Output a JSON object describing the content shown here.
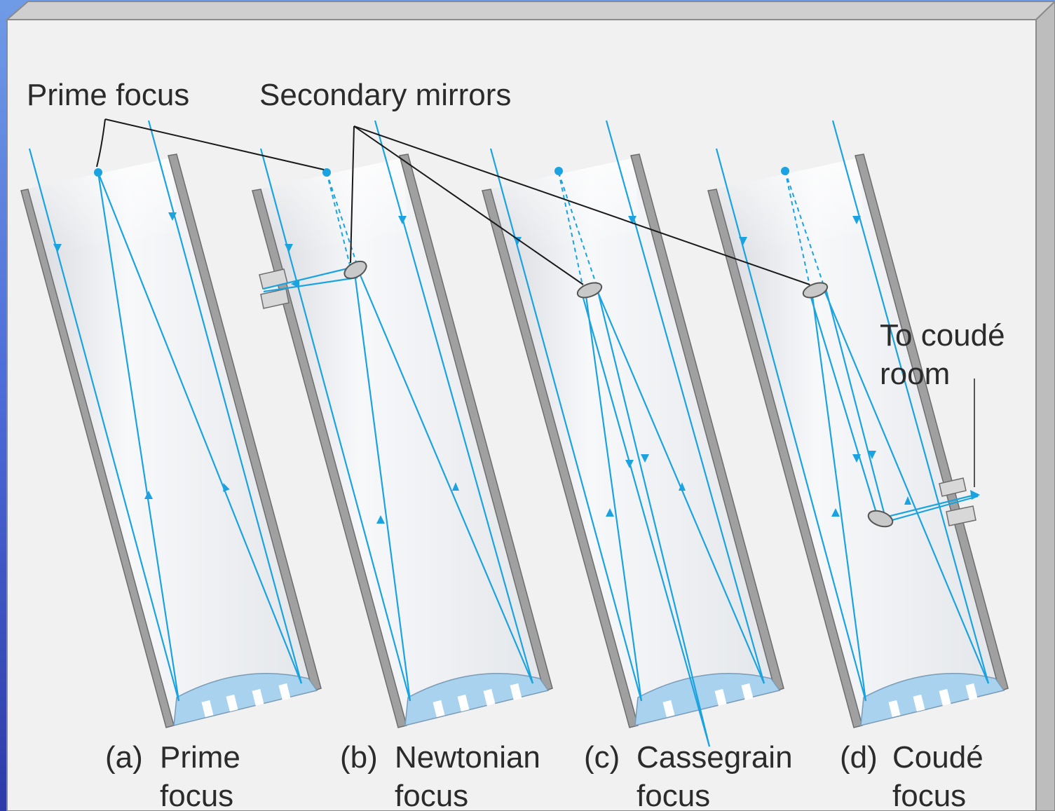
{
  "labels": {
    "prime_focus": "Prime focus",
    "secondary_mirrors": "Secondary mirrors",
    "coude_room_line1": "To coudé",
    "coude_room_line2": "room"
  },
  "captions": [
    {
      "letter": "(a)",
      "line1": "Prime",
      "line2": "focus"
    },
    {
      "letter": "(b)",
      "line1": "Newtonian",
      "line2": "focus"
    },
    {
      "letter": "(c)",
      "line1": "Cassegrain",
      "line2": "focus"
    },
    {
      "letter": "(d)",
      "line1": "Coudé",
      "line2": "focus"
    }
  ],
  "colors": {
    "light_ray": "#1aa3e0",
    "leader_line": "#1a1a1a",
    "tube_wall": "#9a9a9a",
    "tube_fill": "#eceef1",
    "mirror": "#a9d2ef",
    "slide_background": "#4f6fd8",
    "panel_background": "#f1f1f1"
  },
  "icons": {
    "prime_focus_marker": "dot",
    "secondary_mirror": "ellipse",
    "ray_direction": "arrowhead"
  }
}
